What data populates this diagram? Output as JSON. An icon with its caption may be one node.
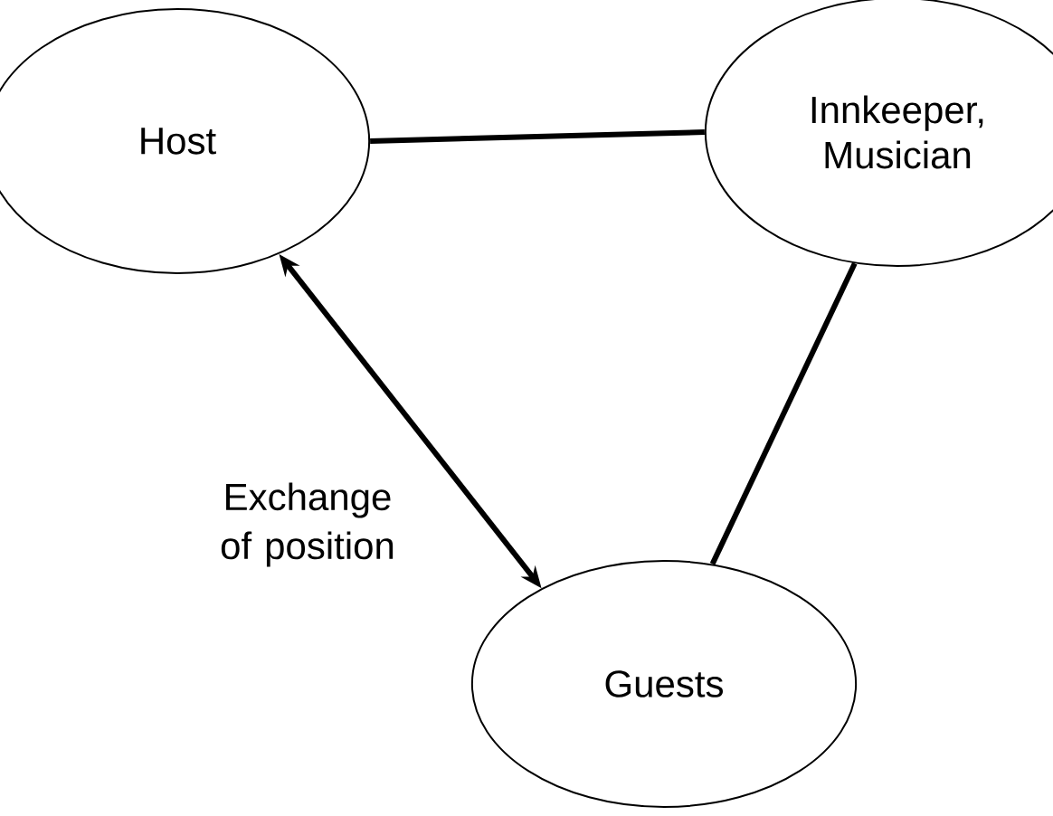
{
  "diagram": {
    "nodes": [
      {
        "text": [
          "Host"
        ]
      },
      {
        "text": [
          "Innkeeper, Musician"
        ]
      },
      {
        "text": [
          "Guests"
        ]
      }
    ],
    "edges": [
      {
        "from": 0,
        "to": 1,
        "arrow": "none"
      },
      {
        "from": 1,
        "to": 2,
        "arrow": "none"
      },
      {
        "from": 0,
        "to": 2,
        "arrow": "both",
        "label": "Exchange of position"
      }
    ]
  }
}
